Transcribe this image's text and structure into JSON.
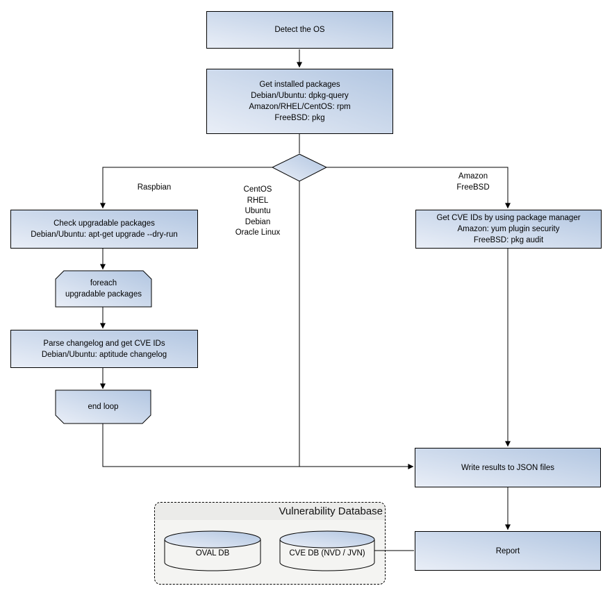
{
  "nodes": {
    "detect_os": {
      "label": "Detect the OS"
    },
    "get_installed": {
      "label": "Get installed packages\nDebian/Ubuntu: dpkg-query\nAmazon/RHEL/CentOS: rpm\nFreeBSD: pkg"
    },
    "check_upgradable": {
      "label": "Check upgradable packages\nDebian/Ubuntu: apt-get upgrade --dry-run"
    },
    "foreach_loop": {
      "label": "foreach\nupgradable  packages"
    },
    "parse_changelog": {
      "label": "Parse changelog and get  CVE IDs\nDebian/Ubuntu: aptitude changelog"
    },
    "end_loop": {
      "label": "end loop"
    },
    "get_cve_ids": {
      "label": "Get CVE IDs by using package manager\nAmazon: yum plugin security\nFreeBSD: pkg audit"
    },
    "write_results": {
      "label": "Write results to JSON files"
    },
    "report": {
      "label": "Report"
    }
  },
  "decision": {
    "shape": "diamond"
  },
  "edge_labels": {
    "raspbian": "Raspbian",
    "os_list": "CentOS\nRHEL\nUbuntu\nDebian\nOracle Linux",
    "amazon_freebsd": "Amazon\nFreeBSD"
  },
  "database": {
    "title": "Vulnerability Database",
    "cylinders": [
      {
        "label": "OVAL DB"
      },
      {
        "label": "CVE DB (NVD / JVN)"
      }
    ]
  },
  "colors": {
    "node_gradient_light": "#e9eef7",
    "node_gradient_dark": "#b2c6e1",
    "node_border": "#000000",
    "connector": "#000000",
    "db_panel_bg": "#f4f4f2",
    "db_title_bg": "#ebebe9",
    "canvas_bg": "#ffffff"
  }
}
